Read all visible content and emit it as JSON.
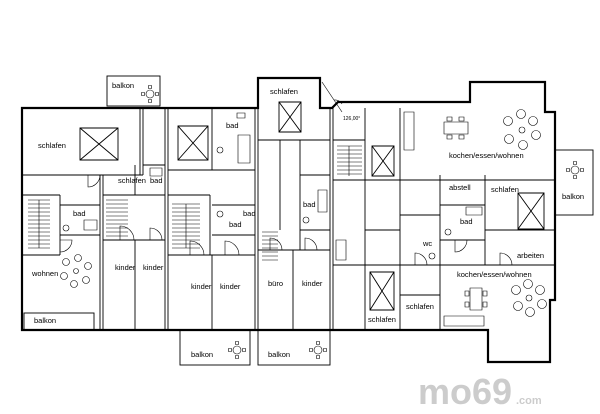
{
  "plan": {
    "rooms": [
      "balkon",
      "schlafen",
      "schlafen",
      "bad",
      "schlafen",
      "bad",
      "kochen/essen/wohnen",
      "abstell",
      "schlafen",
      "balkon",
      "bad",
      "bad",
      "bad",
      "bad",
      "bad",
      "wc",
      "arbeiten",
      "wohnen",
      "kinder",
      "kinder",
      "kochen/essen/wohnen",
      "kinder",
      "kinder",
      "büro",
      "kinder",
      "schlafen",
      "schlafen",
      "balkon",
      "balkon",
      "balkon"
    ],
    "angle_dimension": "126,00°"
  },
  "watermark": {
    "logo": "mo69",
    "suffix": ".com"
  },
  "colors": {
    "line": "#000000",
    "background": "#ffffff",
    "watermark": "#cccccc"
  }
}
